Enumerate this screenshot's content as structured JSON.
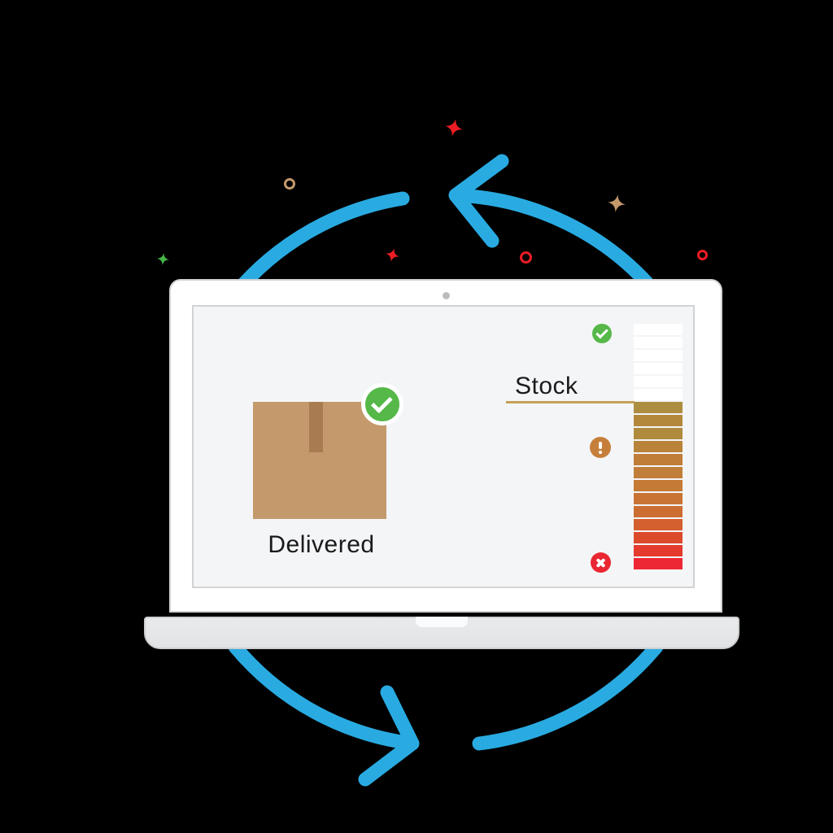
{
  "palette": {
    "arrow_blue": "#29ABE2",
    "success_green": "#55B848",
    "sparkle_green": "#45B649",
    "alert_red": "#ED1C24",
    "badge_red": "#EA2633",
    "warning_orange": "#C67F3B",
    "box_tan": "#C49A6C",
    "tape_brown": "#A87C50",
    "stock_rule_gold": "#C7A156",
    "laptop_border": "#D1D3D4",
    "base_gray": "#E6E7E8",
    "screen_bg": "#F4F5F7",
    "camera_gray": "#BBBDBF",
    "text_dark": "#1A1A1A"
  },
  "screen": {
    "delivered_label": "Delivered",
    "stock_label": "Stock"
  },
  "stock_indicator": {
    "type": "bar",
    "orientation": "vertical-stack",
    "bar_count": 19,
    "bar_colors": [
      "#ffffff",
      "#ffffff",
      "#ffffff",
      "#ffffff",
      "#ffffff",
      "#ffffff",
      "#ad8d40",
      "#b3883b",
      "#b08b3d",
      "#b9843a",
      "#c07d37",
      "#c17e38",
      "#c57a35",
      "#c97434",
      "#cc6d32",
      "#d45f2f",
      "#dc4a2c",
      "#e53a2e",
      "#ee2734"
    ]
  },
  "status_icons": [
    {
      "name": "check-icon",
      "glyph": "check",
      "color": "#55B848"
    },
    {
      "name": "exclamation-icon",
      "glyph": "exclamation",
      "color": "#C67F3B"
    },
    {
      "name": "x-icon",
      "glyph": "x",
      "color": "#EA2633"
    }
  ],
  "decorations": [
    {
      "name": "sparkle-red-large",
      "shape": "four-point-star",
      "color": "#ED1C24"
    },
    {
      "name": "circle-outline-tan",
      "shape": "ring",
      "color": "#C49A6C"
    },
    {
      "name": "sparkle-tan",
      "shape": "four-point-star",
      "color": "#C49A6C"
    },
    {
      "name": "sparkle-green",
      "shape": "four-point-star",
      "color": "#45B649"
    },
    {
      "name": "sparkle-red-small",
      "shape": "four-point-star",
      "color": "#ED1C24"
    },
    {
      "name": "circle-outline-red-mid",
      "shape": "ring",
      "color": "#ED1C24"
    },
    {
      "name": "circle-outline-red-right",
      "shape": "ring",
      "color": "#ED1C24"
    }
  ]
}
